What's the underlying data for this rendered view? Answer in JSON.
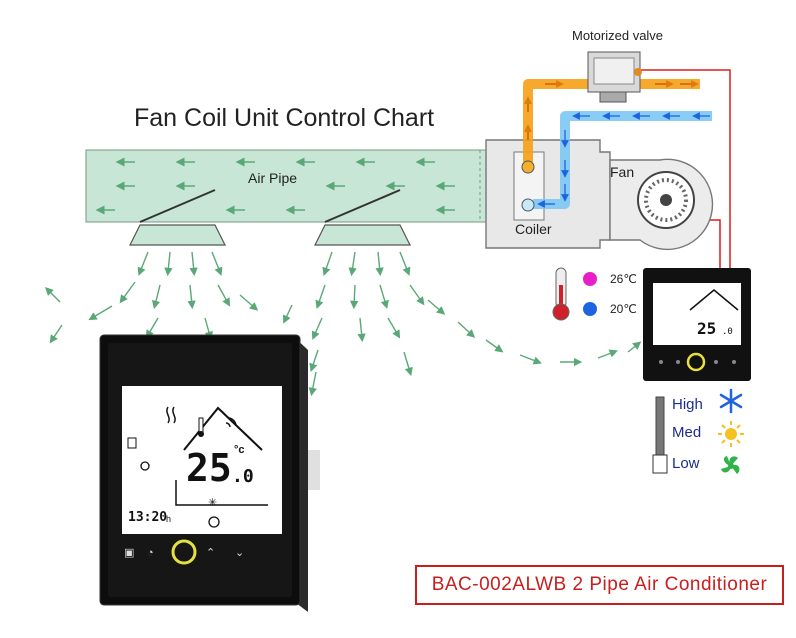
{
  "diagram": {
    "title": "Fan Coil Unit Control Chart",
    "labels": {
      "motorized_valve": "Motorized valve",
      "air_pipe": "Air Pipe",
      "fan": "Fan",
      "coiler": "Coiler"
    },
    "temperatures": [
      {
        "value": "26℃",
        "color": "#e81ec8"
      },
      {
        "value": "20℃",
        "color": "#1e63e0"
      }
    ],
    "fan_speeds": [
      {
        "label": "High",
        "icon": "snowflake-icon"
      },
      {
        "label": "Med",
        "icon": "sun-icon"
      },
      {
        "label": "Low",
        "icon": "fan-icon"
      }
    ],
    "thermostat_display": {
      "temperature": "25",
      "decimal": ".0",
      "unit": "°c",
      "time": "13:20",
      "time_suffix": "h"
    },
    "caption": "BAC-002ALWB 2 Pipe Air Conditioner",
    "colors": {
      "hot_pipe": "#f5a015",
      "cold_pipe": "#7cc8f5",
      "air_arrow": "#5aa878",
      "air_pipe_fill": "#c7e6d5",
      "wire": "#d81e1e",
      "caption": "#c81e1e"
    }
  }
}
